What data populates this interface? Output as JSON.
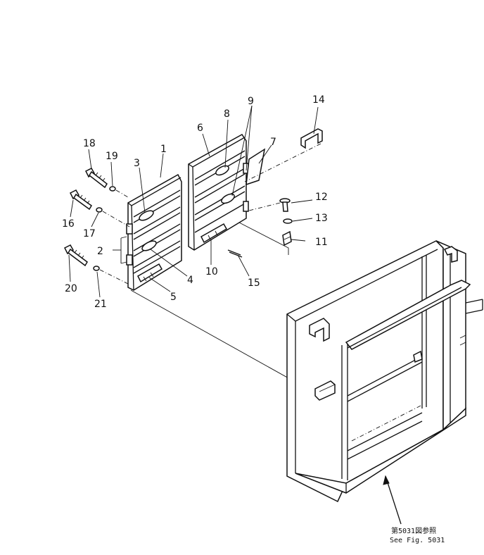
{
  "callouts": [
    "1",
    "2",
    "3",
    "4",
    "5",
    "6",
    "7",
    "8",
    "9",
    "10",
    "11",
    "12",
    "13",
    "14",
    "15",
    "16",
    "17",
    "18",
    "19",
    "20",
    "21"
  ],
  "reference": {
    "line1": "第5031図参照",
    "line2": "See Fig. 5031"
  }
}
